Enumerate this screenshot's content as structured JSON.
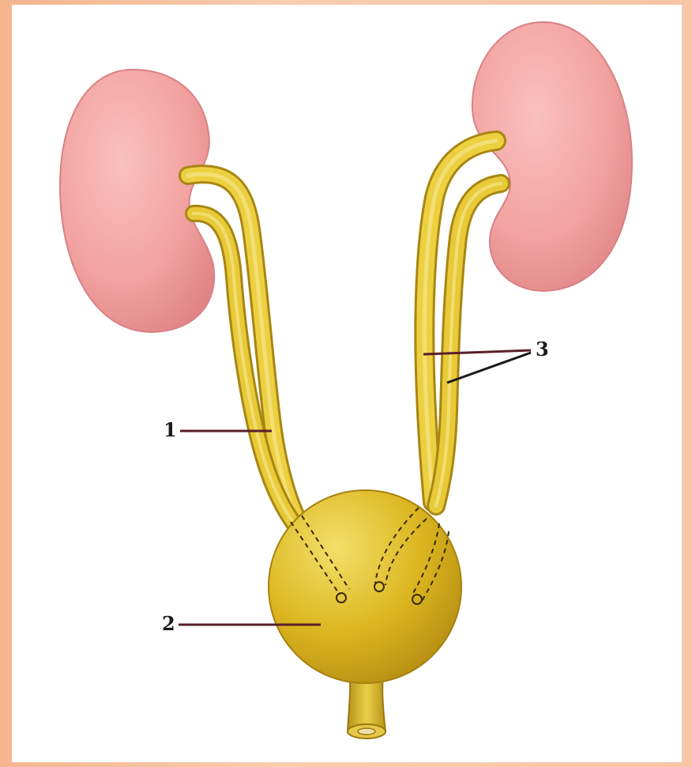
{
  "labels": {
    "label_1": "1",
    "label_2": "2",
    "label_3": "3"
  },
  "colors": {
    "frame": "#f6c5a2",
    "kidney": "#f2a3a1",
    "kidney_shade": "#e58a8c",
    "ureter": "#e6c52c",
    "bladder": "#d9b21d",
    "leader_line": "#5a1f2a"
  },
  "parts": [
    "left-kidney",
    "right-kidney",
    "ureters",
    "urinary-bladder",
    "urethra"
  ]
}
